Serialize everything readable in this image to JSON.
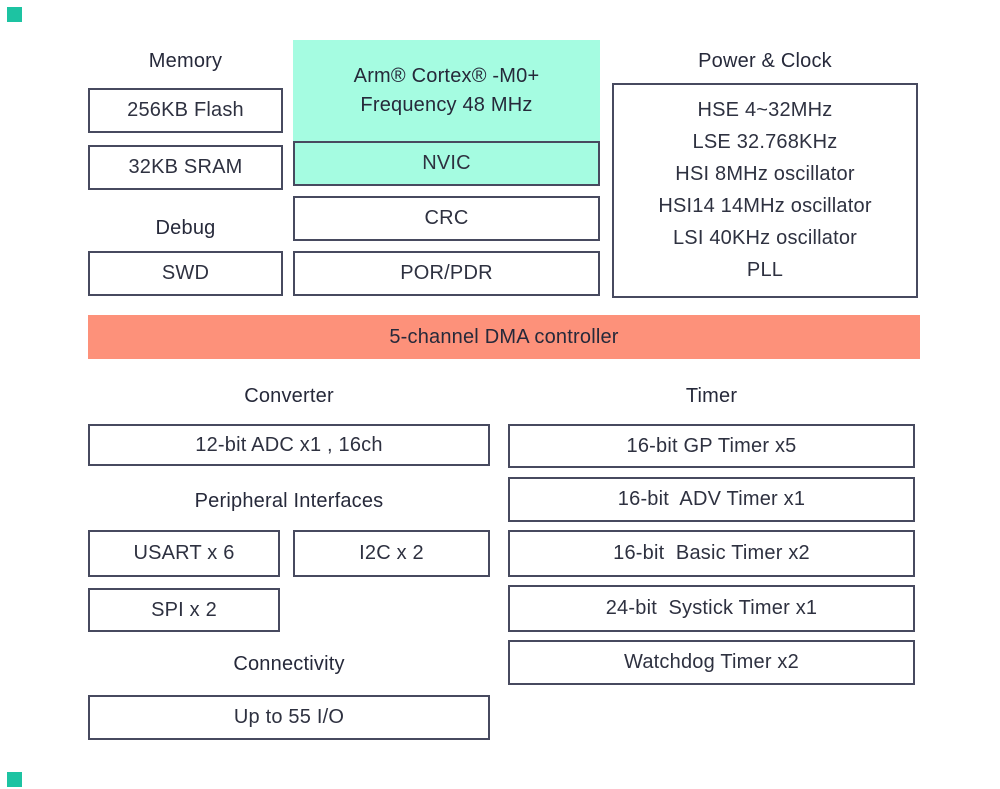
{
  "colors": {
    "mint": "#a5fce1",
    "salmon": "#fd917a",
    "border": "#474a5f",
    "text": "#2e3140",
    "corner_accent": "#1dc3a2"
  },
  "sections": {
    "memory": {
      "heading": "Memory",
      "flash": "256KB Flash",
      "sram": "32KB SRAM"
    },
    "debug": {
      "heading": "Debug",
      "swd": "SWD"
    },
    "cpu": {
      "title_line1": "Arm® Cortex® -M0+",
      "title_line2": "Frequency 48 MHz",
      "nvic": "NVIC",
      "crc": "CRC",
      "por_pdr": "POR/PDR"
    },
    "power_clock": {
      "heading": "Power & Clock",
      "lines": [
        "HSE 4~32MHz",
        "LSE 32.768KHz",
        "HSI 8MHz oscillator",
        "HSI14 14MHz oscillator",
        "LSI 40KHz oscillator",
        "PLL"
      ]
    },
    "dma": {
      "label": "5-channel DMA controller"
    },
    "converter": {
      "heading": "Converter",
      "adc": "12-bit ADC x1 , 16ch"
    },
    "peripheral_interfaces": {
      "heading": "Peripheral Interfaces",
      "usart": "USART x 6",
      "i2c": "I2C x 2",
      "spi": "SPI x 2"
    },
    "connectivity": {
      "heading": "Connectivity",
      "io": "Up to 55 I/O"
    },
    "timer": {
      "heading": "Timer",
      "boxes": [
        "16-bit GP Timer x5",
        "16-bit  ADV Timer x1",
        "16-bit  Basic Timer x2",
        "24-bit  Systick Timer x1",
        "Watchdog Timer x2"
      ]
    }
  }
}
